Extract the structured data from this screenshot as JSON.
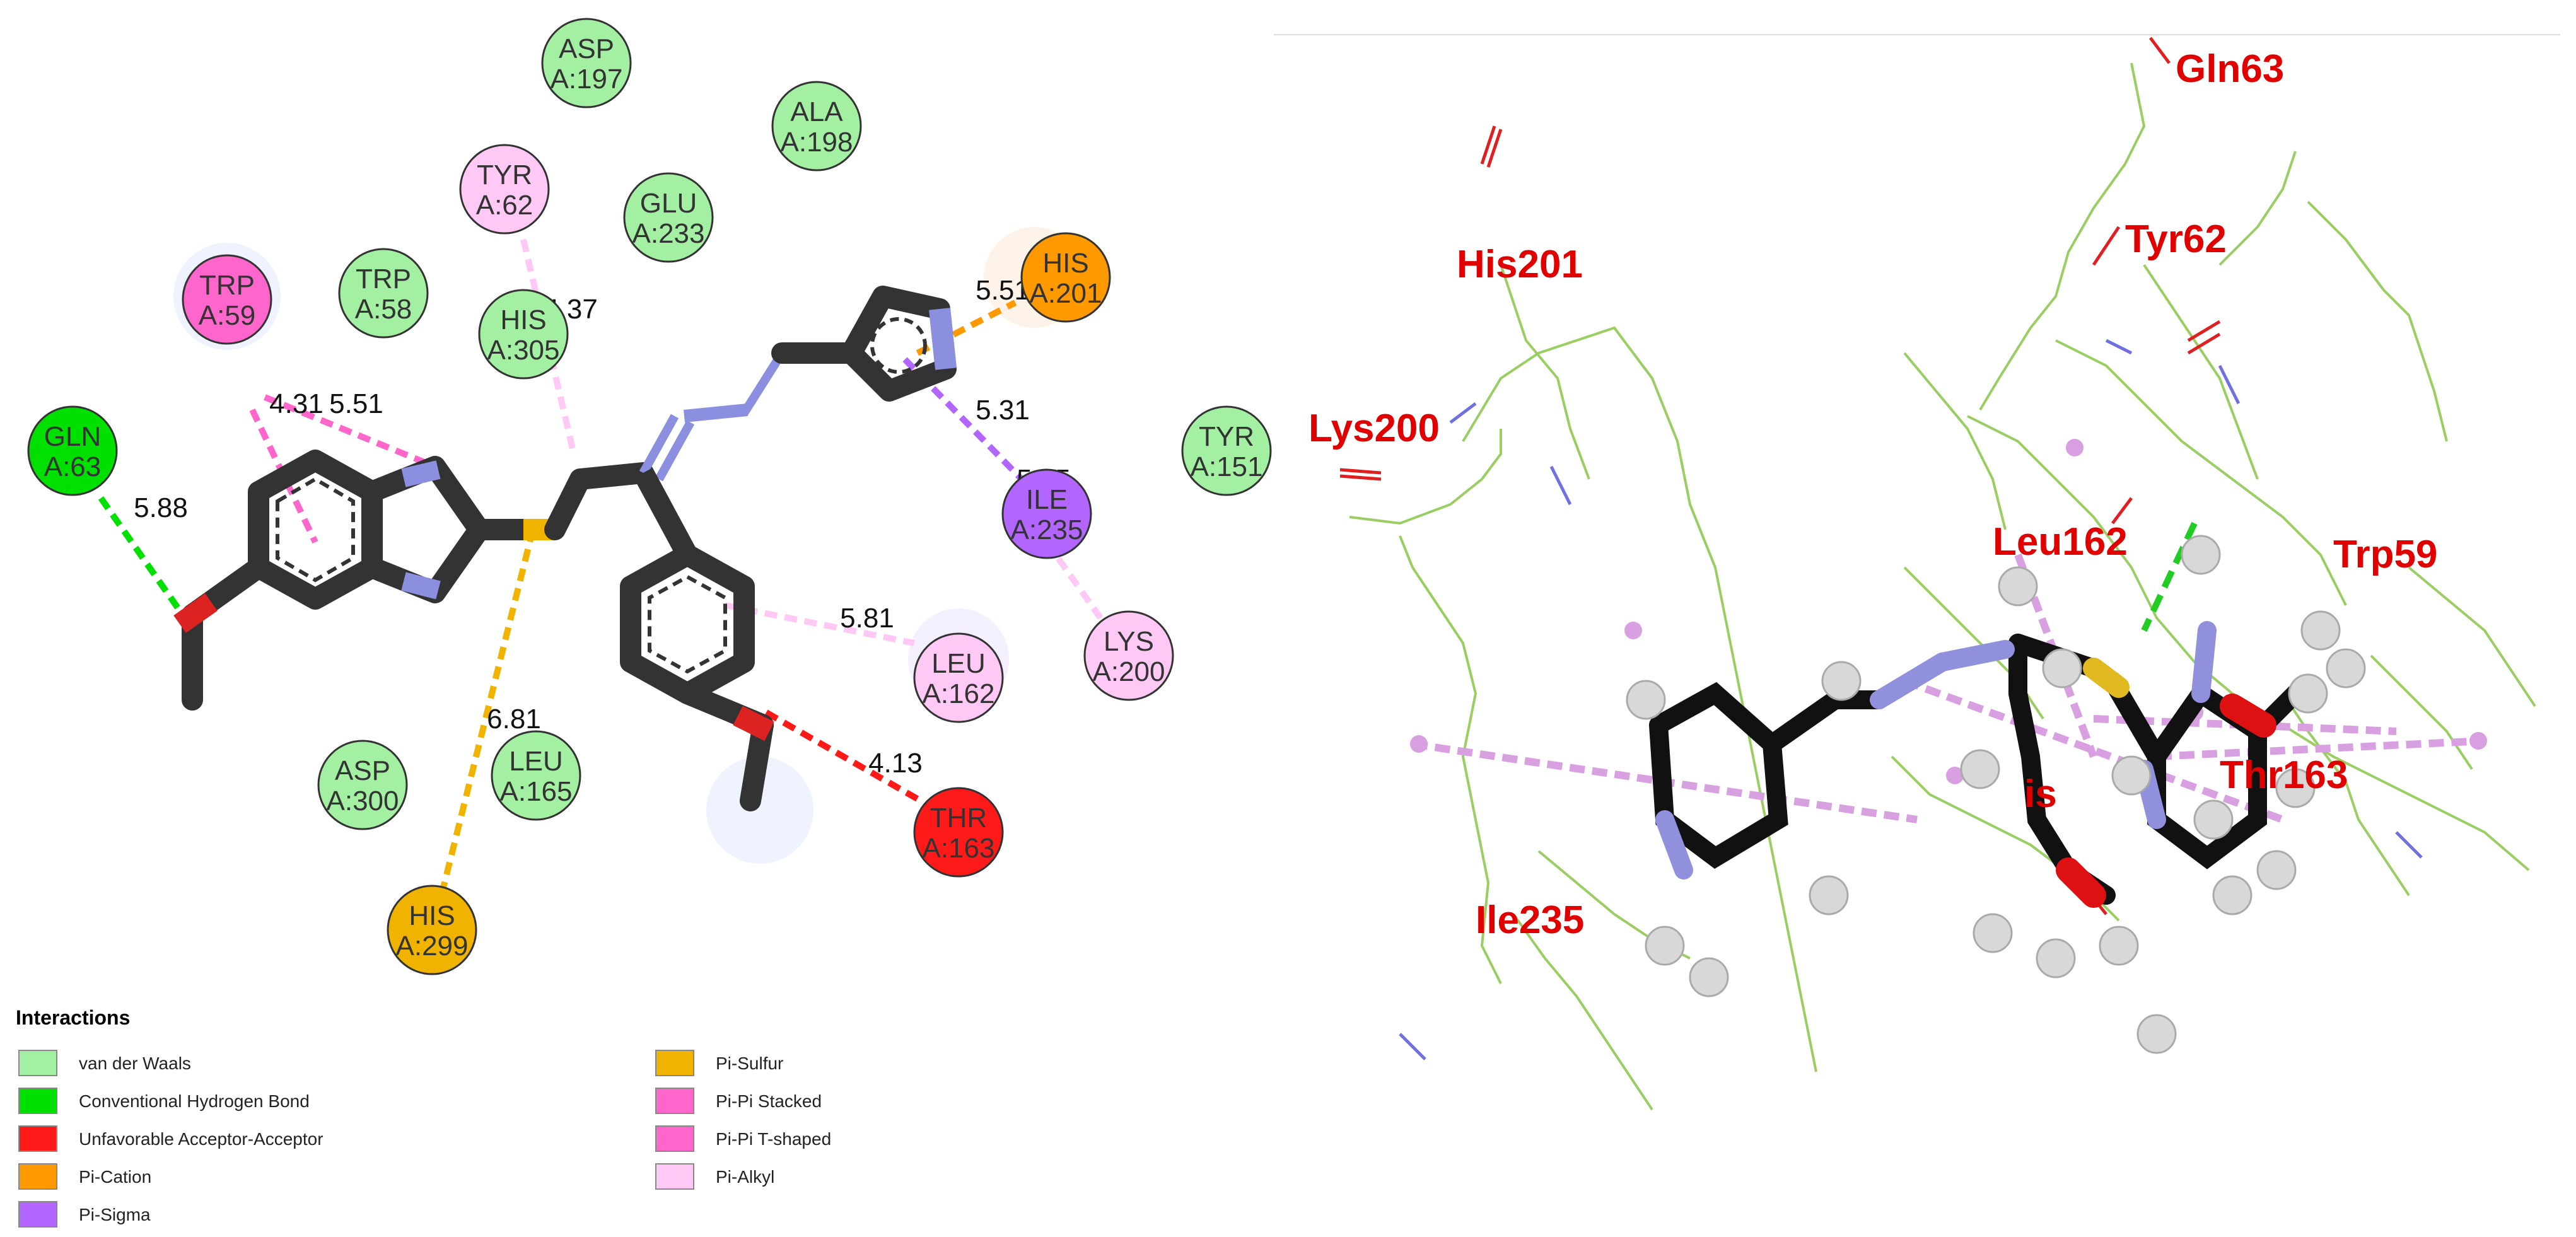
{
  "left_panel": {
    "residues": [
      {
        "id": "asp197",
        "name": "ASP",
        "pos": "A:197",
        "type": "van der Waals"
      },
      {
        "id": "ala198",
        "name": "ALA",
        "pos": "A:198",
        "type": "van der Waals"
      },
      {
        "id": "tyr62",
        "name": "TYR",
        "pos": "A:62",
        "type": "Pi-Alkyl"
      },
      {
        "id": "glu233",
        "name": "GLU",
        "pos": "A:233",
        "type": "van der Waals"
      },
      {
        "id": "trp59",
        "name": "TRP",
        "pos": "A:59",
        "type": "Pi-Pi Stacked"
      },
      {
        "id": "trp58",
        "name": "TRP",
        "pos": "A:58",
        "type": "van der Waals"
      },
      {
        "id": "his305",
        "name": "HIS",
        "pos": "A:305",
        "type": "van der Waals"
      },
      {
        "id": "his201",
        "name": "HIS",
        "pos": "A:201",
        "type": "Pi-Cation"
      },
      {
        "id": "gln63",
        "name": "GLN",
        "pos": "A:63",
        "type": "Conventional Hydrogen Bond"
      },
      {
        "id": "tyr151",
        "name": "TYR",
        "pos": "A:151",
        "type": "van der Waals"
      },
      {
        "id": "ile235",
        "name": "ILE",
        "pos": "A:235",
        "type": "Pi-Sigma"
      },
      {
        "id": "lys200",
        "name": "LYS",
        "pos": "A:200",
        "type": "Pi-Alkyl"
      },
      {
        "id": "leu162",
        "name": "LEU",
        "pos": "A:162",
        "type": "Pi-Alkyl"
      },
      {
        "id": "asp300",
        "name": "ASP",
        "pos": "A:300",
        "type": "van der Waals"
      },
      {
        "id": "leu165",
        "name": "LEU",
        "pos": "A:165",
        "type": "van der Waals"
      },
      {
        "id": "thr163",
        "name": "THR",
        "pos": "A:163",
        "type": "Unfavorable Acceptor-Acceptor"
      },
      {
        "id": "his299",
        "name": "HIS",
        "pos": "A:299",
        "type": "Pi-Sulfur"
      }
    ],
    "distances": {
      "gln63": "5.88",
      "trp59": "4.31",
      "trp59b": "5.51",
      "tyr62": "4.37",
      "his201": "5.51",
      "ile235": "5.31",
      "lys200": "5.65",
      "leu162": "5.81",
      "his299": "6.81",
      "thr163": "4.13"
    },
    "legend": {
      "title": "Interactions",
      "items": [
        {
          "label": "van der Waals",
          "color": "#a3f0a3"
        },
        {
          "label": "Conventional Hydrogen Bond",
          "color": "#00e000"
        },
        {
          "label": "Unfavorable Acceptor-Acceptor",
          "color": "#ff1a1a"
        },
        {
          "label": "Pi-Cation",
          "color": "#ff9900"
        },
        {
          "label": "Pi-Sigma",
          "color": "#b266ff"
        },
        {
          "label": "Pi-Sulfur",
          "color": "#f0b400"
        },
        {
          "label": "Pi-Pi Stacked",
          "color": "#ff66cc"
        },
        {
          "label": "Pi-Pi T-shaped",
          "color": "#ff66cc"
        },
        {
          "label": "Pi-Alkyl",
          "color": "#ffc8f5"
        }
      ]
    }
  },
  "right_panel": {
    "labels": {
      "gln63": "Gln63",
      "his201": "His201",
      "tyr62": "Tyr62",
      "lys200": "Lys200",
      "leu162": "Leu162",
      "trp59": "Trp59",
      "thr163": "Thr163",
      "ile235": "Ile235",
      "partial": "is"
    }
  },
  "colors": {
    "vdw": "#a3f0a3",
    "hbond": "#00e000",
    "unfav": "#ff1a1a",
    "cation": "#ff9900",
    "sigma": "#b266ff",
    "sulfur": "#f0b400",
    "stacked": "#ff66cc",
    "alkyl": "#ffc8f5",
    "label_red": "#e00000",
    "wire": "#9acd62"
  }
}
